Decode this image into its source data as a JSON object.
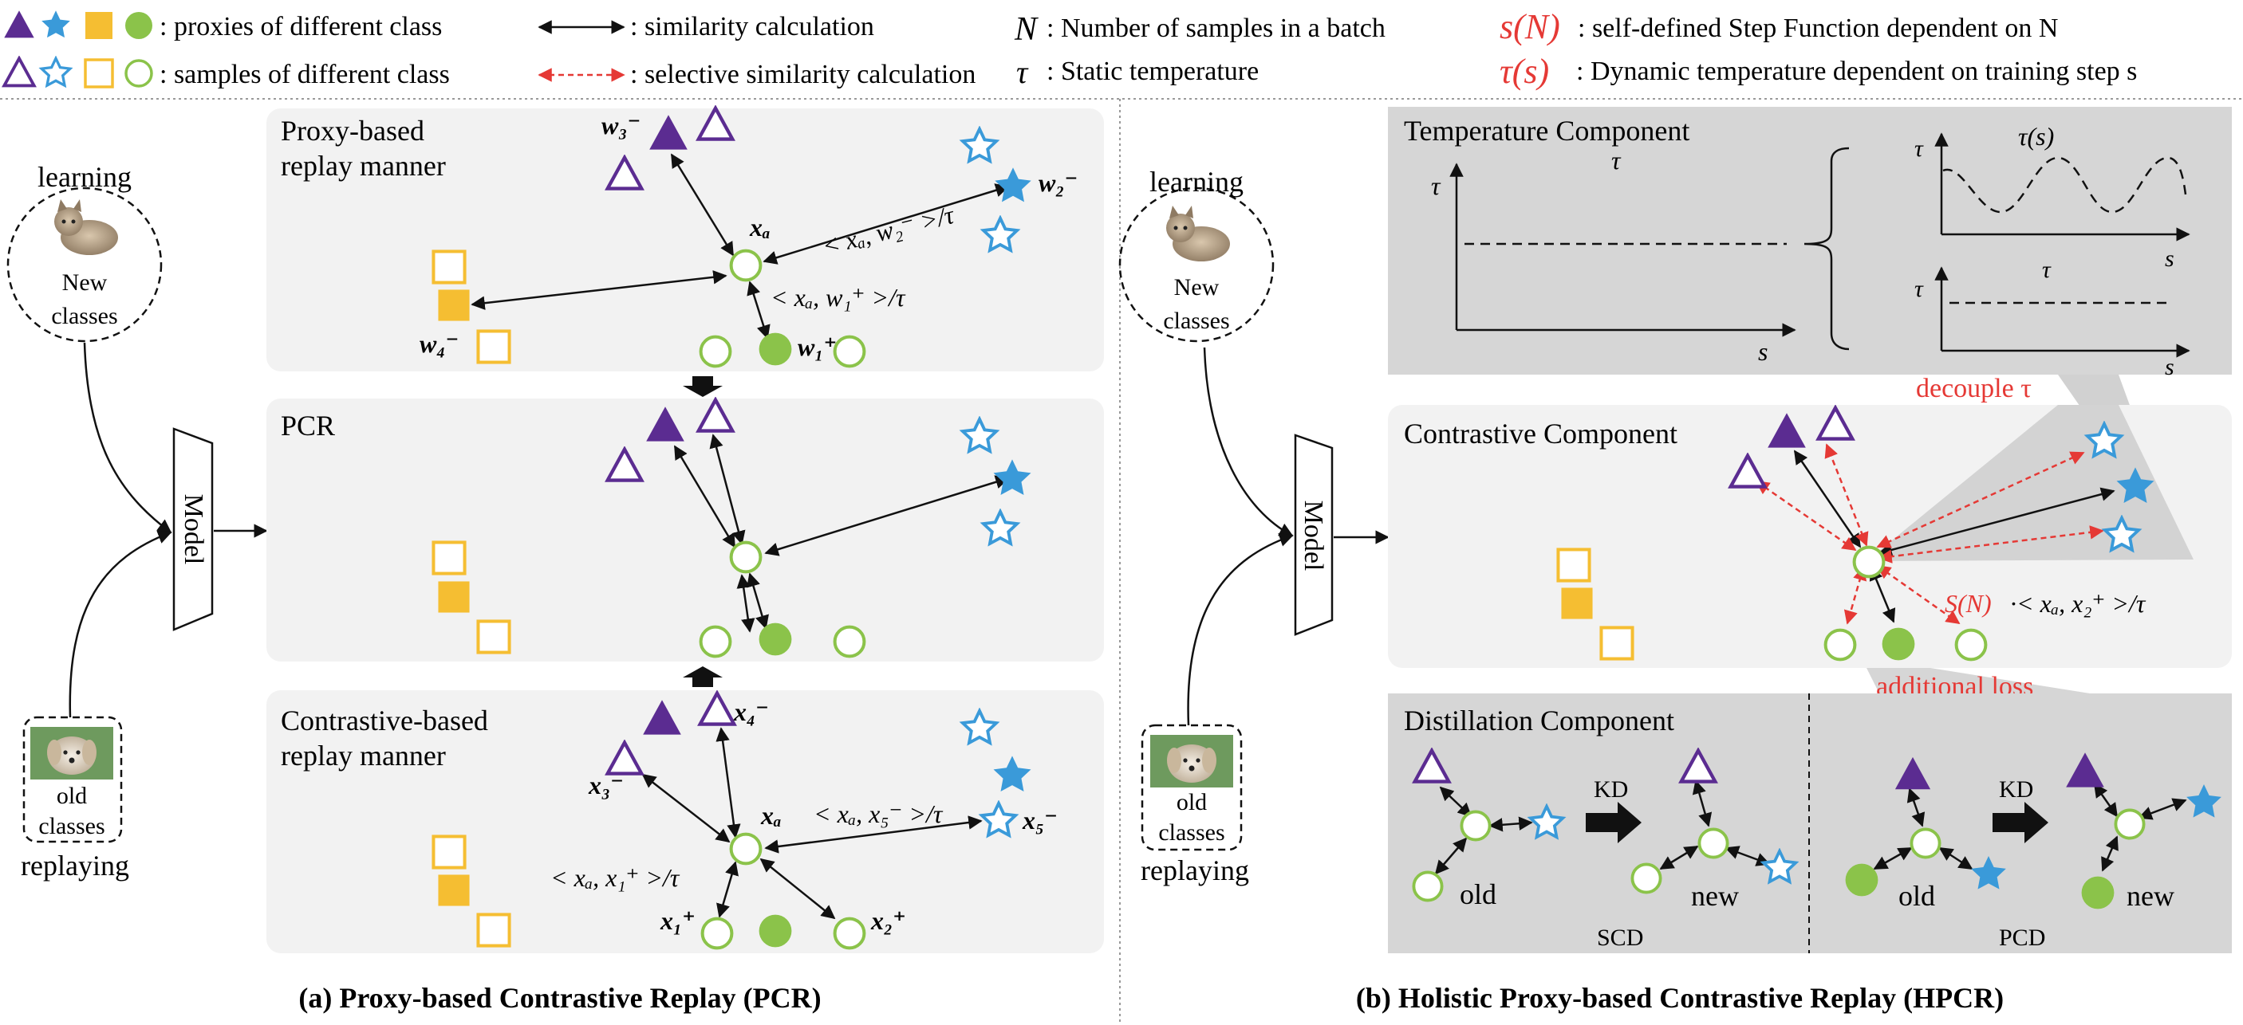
{
  "legend": {
    "proxies": ": proxies of different class",
    "samples": ": samples of different class",
    "similarity": ": similarity calculation",
    "selective": ": selective similarity calculation",
    "n_symbol": "N",
    "n_desc": ": Number of samples in a batch",
    "s_symbol": "s(N)",
    "s_desc": ": self-defined Step Function dependent on N",
    "tau_symbol": "τ",
    "tau_desc": ": Static temperature",
    "taus_symbol": "τ(s)",
    "taus_desc": ": Dynamic temperature dependent on training step s"
  },
  "left": {
    "learning": "learning",
    "new_classes": [
      "New",
      "classes"
    ],
    "old_classes": [
      "old",
      "classes"
    ],
    "replaying": "replaying",
    "model": "Model",
    "panel_proxy_title": [
      "Proxy-based",
      "replay manner"
    ],
    "panel_pcr_title": "PCR",
    "panel_contrast_title": [
      "Contrastive-based",
      "replay manner"
    ],
    "labels": {
      "w3": "w₃⁻",
      "w2": "w₂⁻",
      "w4": "w₄⁻",
      "w1": "w₁⁺",
      "xa": "xₐ",
      "xa_w2": "< xₐ, w₂⁻ >/τ",
      "xa_w1": "< xₐ, w₁⁺ >/τ",
      "x4": "x₄⁻",
      "x3": "x₃⁻",
      "x5": "x₅⁻",
      "xa_x5": "< xₐ, x₅⁻ >/τ",
      "xa_x1": "< xₐ, x₁⁺ >/τ",
      "x1": "x₁⁺",
      "x2": "x₂⁺"
    },
    "caption": "(a) Proxy-based Contrastive Replay (PCR)"
  },
  "right": {
    "learning": "learning",
    "new_classes": [
      "New",
      "classes"
    ],
    "old_classes": [
      "old",
      "classes"
    ],
    "replaying": "replaying",
    "model": "Model",
    "temp_title": "Temperature Component",
    "tau": "τ",
    "taus": "τ(s)",
    "s": "s",
    "decouple": "decouple τ",
    "contrast_title": "Contrastive Component",
    "sn_label": "S(N)",
    "sn_expr": "·< xₐ, x₂⁺ >/τ",
    "additional_loss": "additional loss",
    "distill_title": "Distillation Component",
    "kd": "KD",
    "old": "old",
    "new": "new",
    "scd": "SCD",
    "pcd": "PCD",
    "caption": "(b) Holistic Proxy-based Contrastive Replay (HPCR)"
  },
  "colors": {
    "purple": "#5b2c91",
    "blue": "#3a9ad9",
    "yellow": "#f5be32",
    "green": "#8bc34a",
    "red": "#e53935",
    "panel_light": "#f2f2f2",
    "panel_dark": "#d6d6d6"
  }
}
